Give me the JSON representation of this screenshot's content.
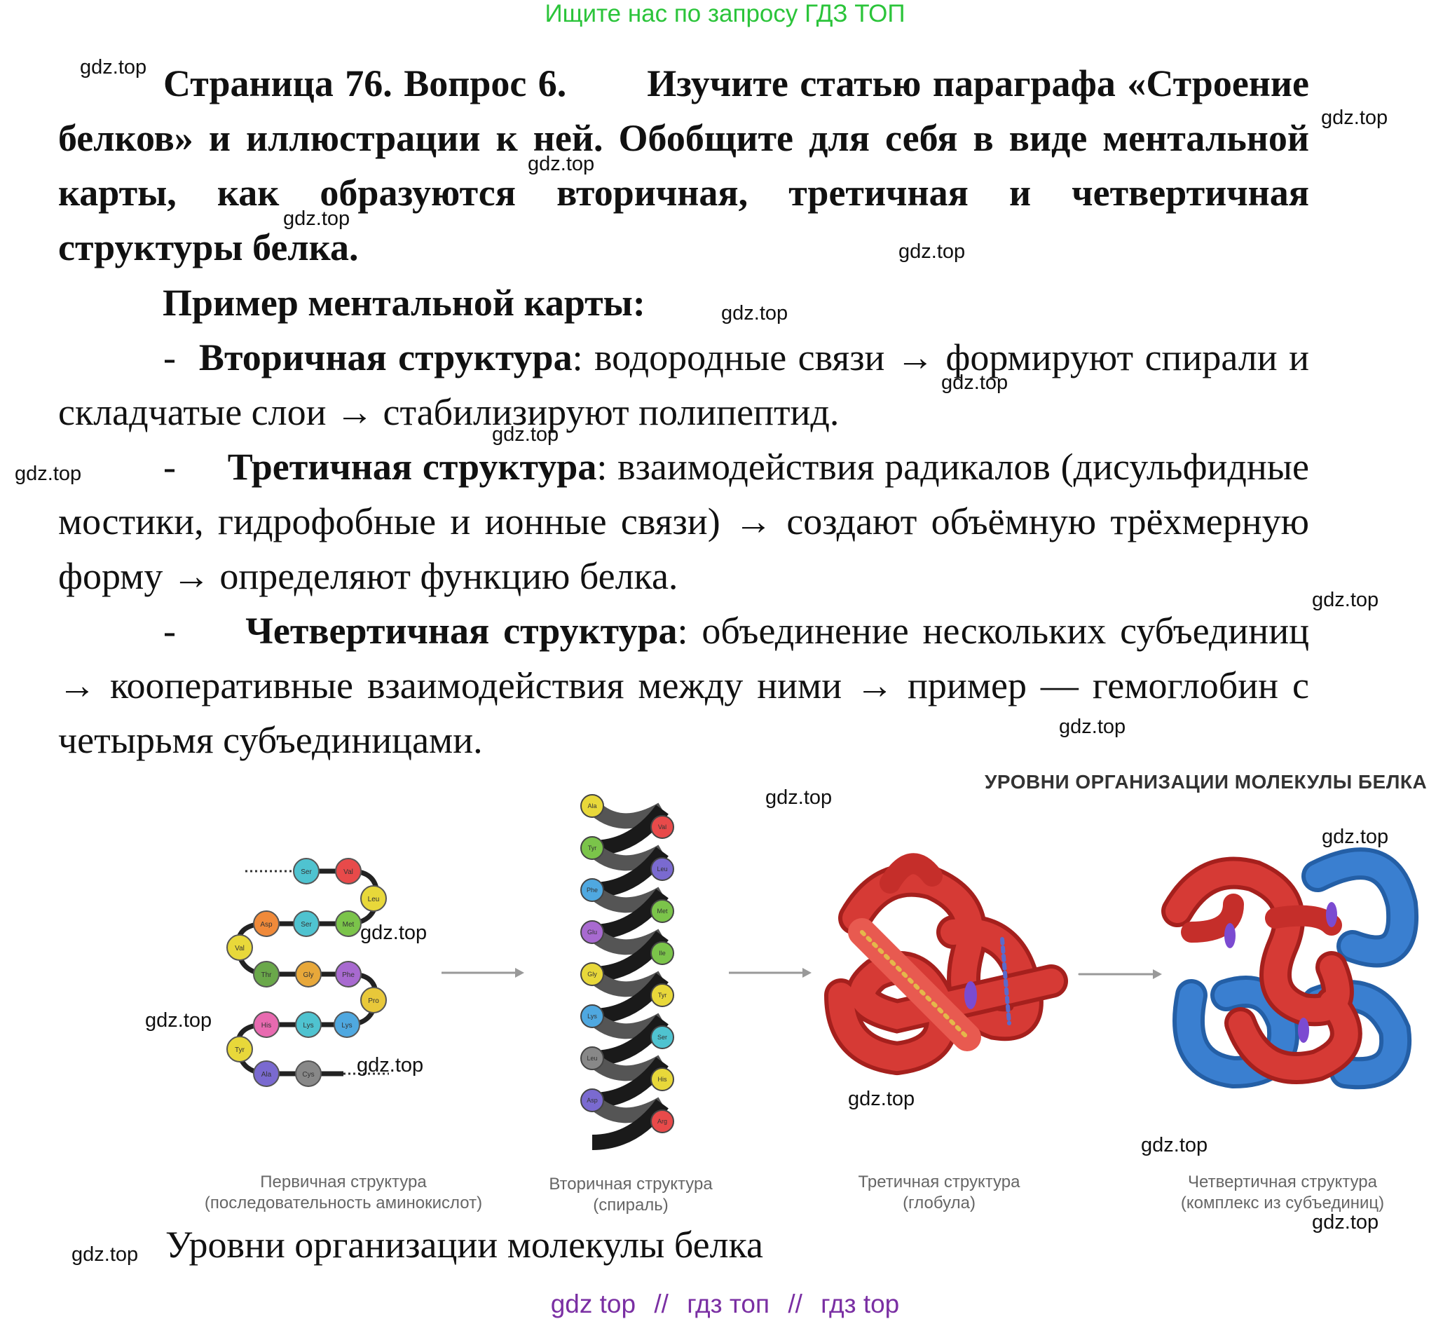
{
  "top_banner": "Ищите нас по запросу ГДЗ ТОП",
  "question": {
    "label": "Страница 76. Вопрос 6.",
    "text": "Изучите статью параграфа «Строение белков» и иллюстрации к ней. Обобщите для себя в виде ментальной карты, как образуются вторичная, третичная и четвертичная структуры белка."
  },
  "example_heading": "Пример ментальной карты:",
  "items": [
    {
      "dash": "-",
      "term": "Вторичная структура",
      "text": ": водородные связи → формируют спирали и складчатые слои → стабилизируют полипептид."
    },
    {
      "dash": "-",
      "term": "Третичная структура",
      "text": ": взаимодействия радикалов (дисульфидные мостики, гидрофобные и ионные связи) → создают объёмную трёхмерную форму → определяют функцию белка."
    },
    {
      "dash": "-",
      "term": "Четвертичная структура",
      "text": ": объединение нескольких субъединиц → кооперативные взаимодействия между ними → пример — гемоглобин с четырьмя субъединицами."
    }
  ],
  "figure": {
    "title": "УРОВНИ ОРГАНИЗАЦИИ МОЛЕКУЛЫ БЕЛКА",
    "captions": [
      {
        "line1": "Первичная структура",
        "line2": "(последовательность аминокислот)"
      },
      {
        "line1": "Вторичная структура",
        "line2": "(спираль)"
      },
      {
        "line1": "Третичная структура",
        "line2": "(глобула)"
      },
      {
        "line1": "Четвертичная структура",
        "line2": "(комплекс из субъединиц)"
      }
    ],
    "bead_labels": [
      "Ser",
      "Val",
      "Leu",
      "Asp",
      "Ser",
      "Met",
      "Val",
      "Thr",
      "Gly",
      "Phe",
      "Pro",
      "Lys",
      "His",
      "Lys",
      "Tyr",
      "Ala",
      "Cys"
    ],
    "helix_labels": [
      "Ala",
      "Val",
      "Tyr",
      "Leu",
      "Phe",
      "Met",
      "Glu",
      "Ile",
      "Gly",
      "Tyr",
      "Lys",
      "Ser",
      "Leu",
      "His",
      "Asp",
      "Arg"
    ]
  },
  "figure_caption": "Уровни организации молекулы белка",
  "watermark": "gdz.top",
  "bottom_links": [
    "gdz top",
    "//",
    "гдз топ",
    "//",
    "гдз top"
  ],
  "colors": {
    "banner": "#2bc43a",
    "links": "#7a2fa3",
    "protein_red": "#d63a35",
    "protein_blue": "#3a7fd0"
  }
}
